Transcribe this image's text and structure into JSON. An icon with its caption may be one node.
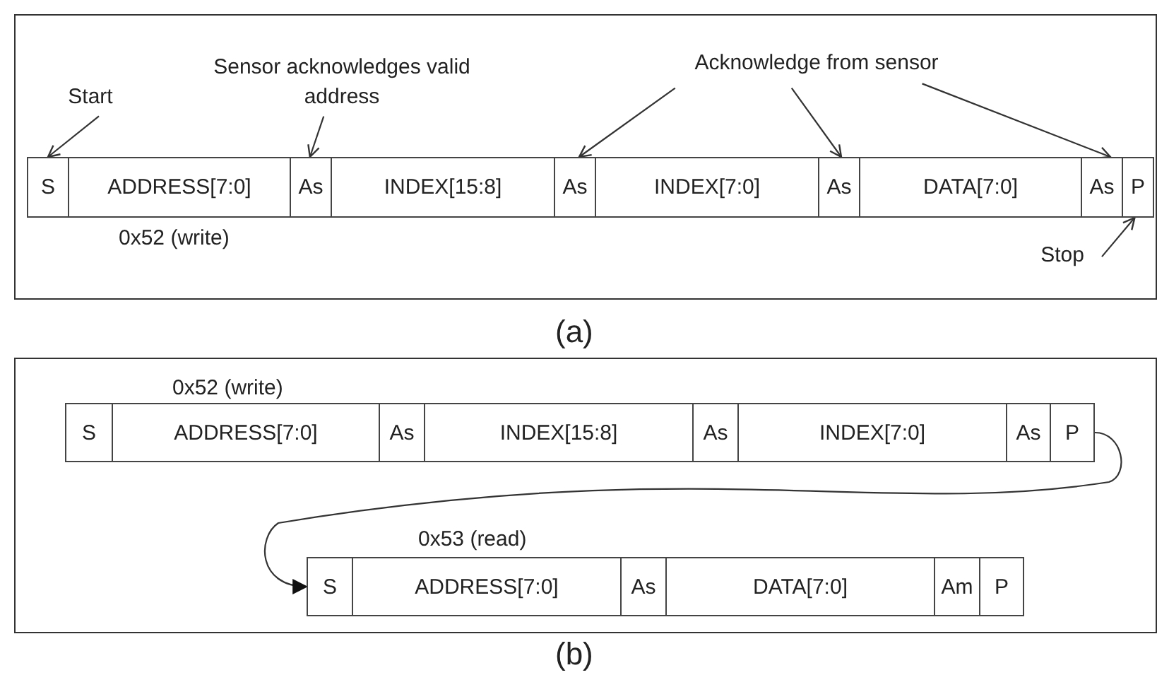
{
  "diagram": {
    "nodes": [
      {
        "text": [
          "S"
        ]
      },
      {
        "text": [
          "ADDRESS[7:0]"
        ],
        "beside": [
          "0x52 (write)"
        ]
      },
      {
        "text": [
          "As"
        ]
      },
      {
        "text": [
          "INDEX[15:8]"
        ]
      },
      {
        "text": [
          "As"
        ]
      },
      {
        "text": [
          "INDEX[7:0]"
        ]
      },
      {
        "text": [
          "As"
        ]
      },
      {
        "text": [
          "DATA[7:0]"
        ]
      },
      {
        "text": [
          "As"
        ]
      },
      {
        "text": [
          "P"
        ]
      },
      {
        "text": [
          "Start"
        ]
      },
      {
        "text": [
          "Sensor acknowledges valid address"
        ]
      },
      {
        "text": [
          "Acknowledge from sensor"
        ]
      },
      {
        "text": [
          "Stop"
        ]
      },
      {
        "text": [
          "S"
        ]
      },
      {
        "text": [
          "ADDRESS[7:0]"
        ],
        "beside": [
          "0x52 (write)"
        ]
      },
      {
        "text": [
          "As"
        ]
      },
      {
        "text": [
          "INDEX[15:8]"
        ]
      },
      {
        "text": [
          "As"
        ]
      },
      {
        "text": [
          "INDEX[7:0]"
        ]
      },
      {
        "text": [
          "As"
        ]
      },
      {
        "text": [
          "P"
        ]
      },
      {
        "text": [
          "S"
        ]
      },
      {
        "text": [
          "ADDRESS[7:0]"
        ],
        "beside": [
          "0x53 (read)"
        ]
      },
      {
        "text": [
          "As"
        ]
      },
      {
        "text": [
          "DATA[7:0]"
        ]
      },
      {
        "text": [
          "Am"
        ]
      },
      {
        "text": [
          "P"
        ]
      }
    ],
    "edges": [
      {
        "from": 10,
        "to": 0,
        "arrow": "to"
      },
      {
        "from": 11,
        "to": 2,
        "arrow": "to"
      },
      {
        "from": 12,
        "to": 4,
        "arrow": "to"
      },
      {
        "from": 12,
        "to": 6,
        "arrow": "to"
      },
      {
        "from": 12,
        "to": 8,
        "arrow": "to"
      },
      {
        "from": 13,
        "to": 9,
        "arrow": "to"
      },
      {
        "from": 21,
        "to": 22,
        "arrow": "to"
      }
    ],
    "labels": [
      "(a)",
      "(b)"
    ]
  }
}
